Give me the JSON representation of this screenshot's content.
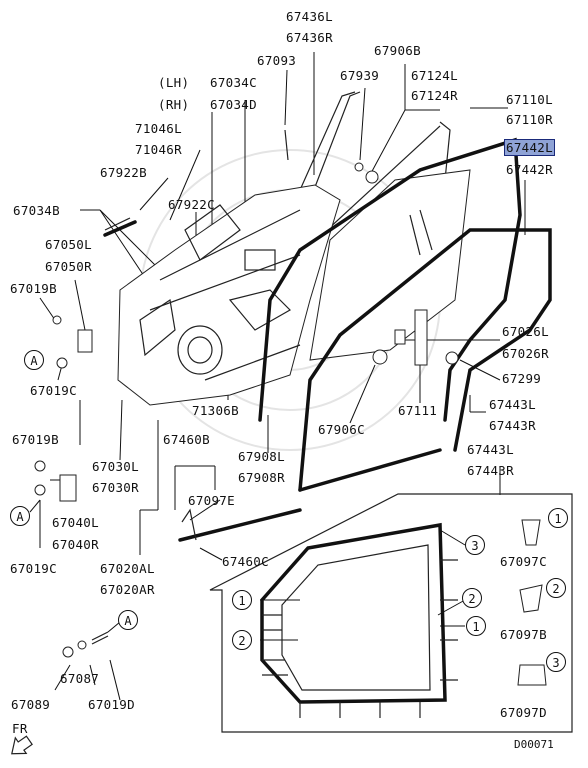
{
  "diagram_code": "D00071",
  "direction_label": "FR",
  "callout_text": {
    "one": "1",
    "two": "2",
    "three": "3",
    "a": "A"
  },
  "parts": {
    "p67436L": "67436L",
    "p67436R": "67436R",
    "p67906B": "67906B",
    "p67093": "67093",
    "p67939": "67939",
    "p67124L": "67124L",
    "p67124R": "67124R",
    "lh": "(LH)",
    "rh": "(RH)",
    "p67034C": "67034C",
    "p67034D": "67034D",
    "p67110L": "67110L",
    "p67110R": "67110R",
    "p71046L": "71046L",
    "p71046R": "71046R",
    "p67442L": "67442L",
    "p67442R": "67442R",
    "p67922B": "67922B",
    "p67922C": "67922C",
    "p67034B": "67034B",
    "p67050L": "67050L",
    "p67050R": "67050R",
    "p67019B_top": "67019B",
    "p67019C_top": "67019C",
    "p67026L": "67026L",
    "p67026R": "67026R",
    "p67299": "67299",
    "p71306B": "71306B",
    "p67111": "67111",
    "p67443L_a": "67443L",
    "p67443R_a": "67443R",
    "p67906C": "67906C",
    "p67019B_mid": "67019B",
    "p67030L": "67030L",
    "p67030R": "67030R",
    "p67460B": "67460B",
    "p67908L": "67908L",
    "p67908R": "67908R",
    "p67443L_b": "67443L",
    "p67443R_b": "67443R",
    "p67097E": "67097E",
    "p67040L": "67040L",
    "p67040R": "67040R",
    "p67019C_mid": "67019C",
    "p67020AL": "67020AL",
    "p67020AR": "67020AR",
    "p67460C": "67460C",
    "p67097C": "67097C",
    "p67097B": "67097B",
    "p67097D": "67097D",
    "p67087": "67087",
    "p67089": "67089",
    "p67019D": "67019D"
  }
}
